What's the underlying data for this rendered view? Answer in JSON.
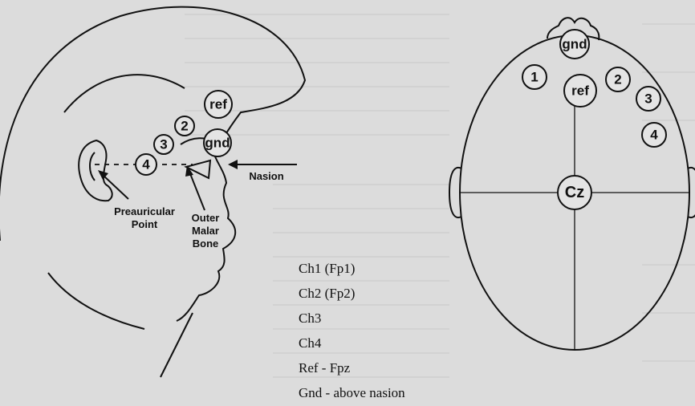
{
  "electrodes": {
    "side": [
      "ref",
      "2",
      "3",
      "gnd",
      "4"
    ],
    "top": [
      "gnd",
      "1",
      "ref",
      "2",
      "3",
      "4",
      "Cz"
    ]
  },
  "landmarks": {
    "nasion": "Nasion",
    "preauricular": [
      "Preauricular",
      "Point"
    ],
    "outer_malar": [
      "Outer",
      "Malar",
      "Bone"
    ]
  },
  "legend": [
    "Ch1 (Fp1)",
    "Ch2 (Fp2)",
    "Ch3",
    "Ch4",
    "Ref - Fpz",
    "Gnd - above nasion"
  ],
  "colors": {
    "background": "#dcdcdc",
    "line": "#111111",
    "electrode_fill": "#e4e4e4"
  }
}
